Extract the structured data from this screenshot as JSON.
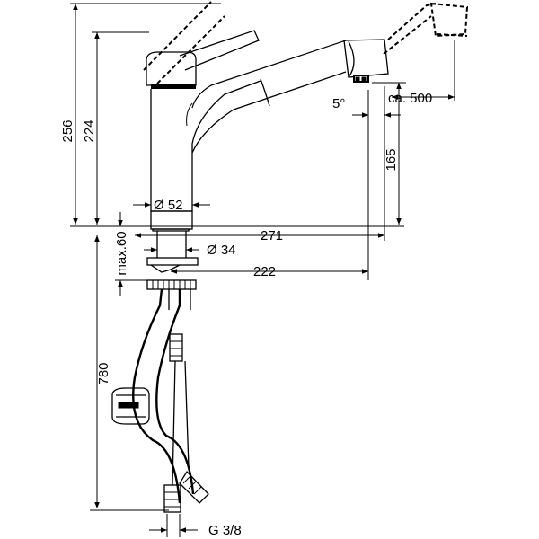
{
  "dimensions": {
    "overall_height": "256",
    "spout_height": "224",
    "spout_outlet_height": "165",
    "body_diameter": "Ø 52",
    "spout_reach": "271",
    "base_diameter": "Ø 34",
    "countertop_thickness": "max.60",
    "mounting_reach": "222",
    "hose_length": "780",
    "connection_thread": "G 3/8",
    "pullout_length": "ca. 500",
    "tilt_angle": "5°"
  },
  "colors": {
    "line": "#000000",
    "background": "#ffffff"
  }
}
